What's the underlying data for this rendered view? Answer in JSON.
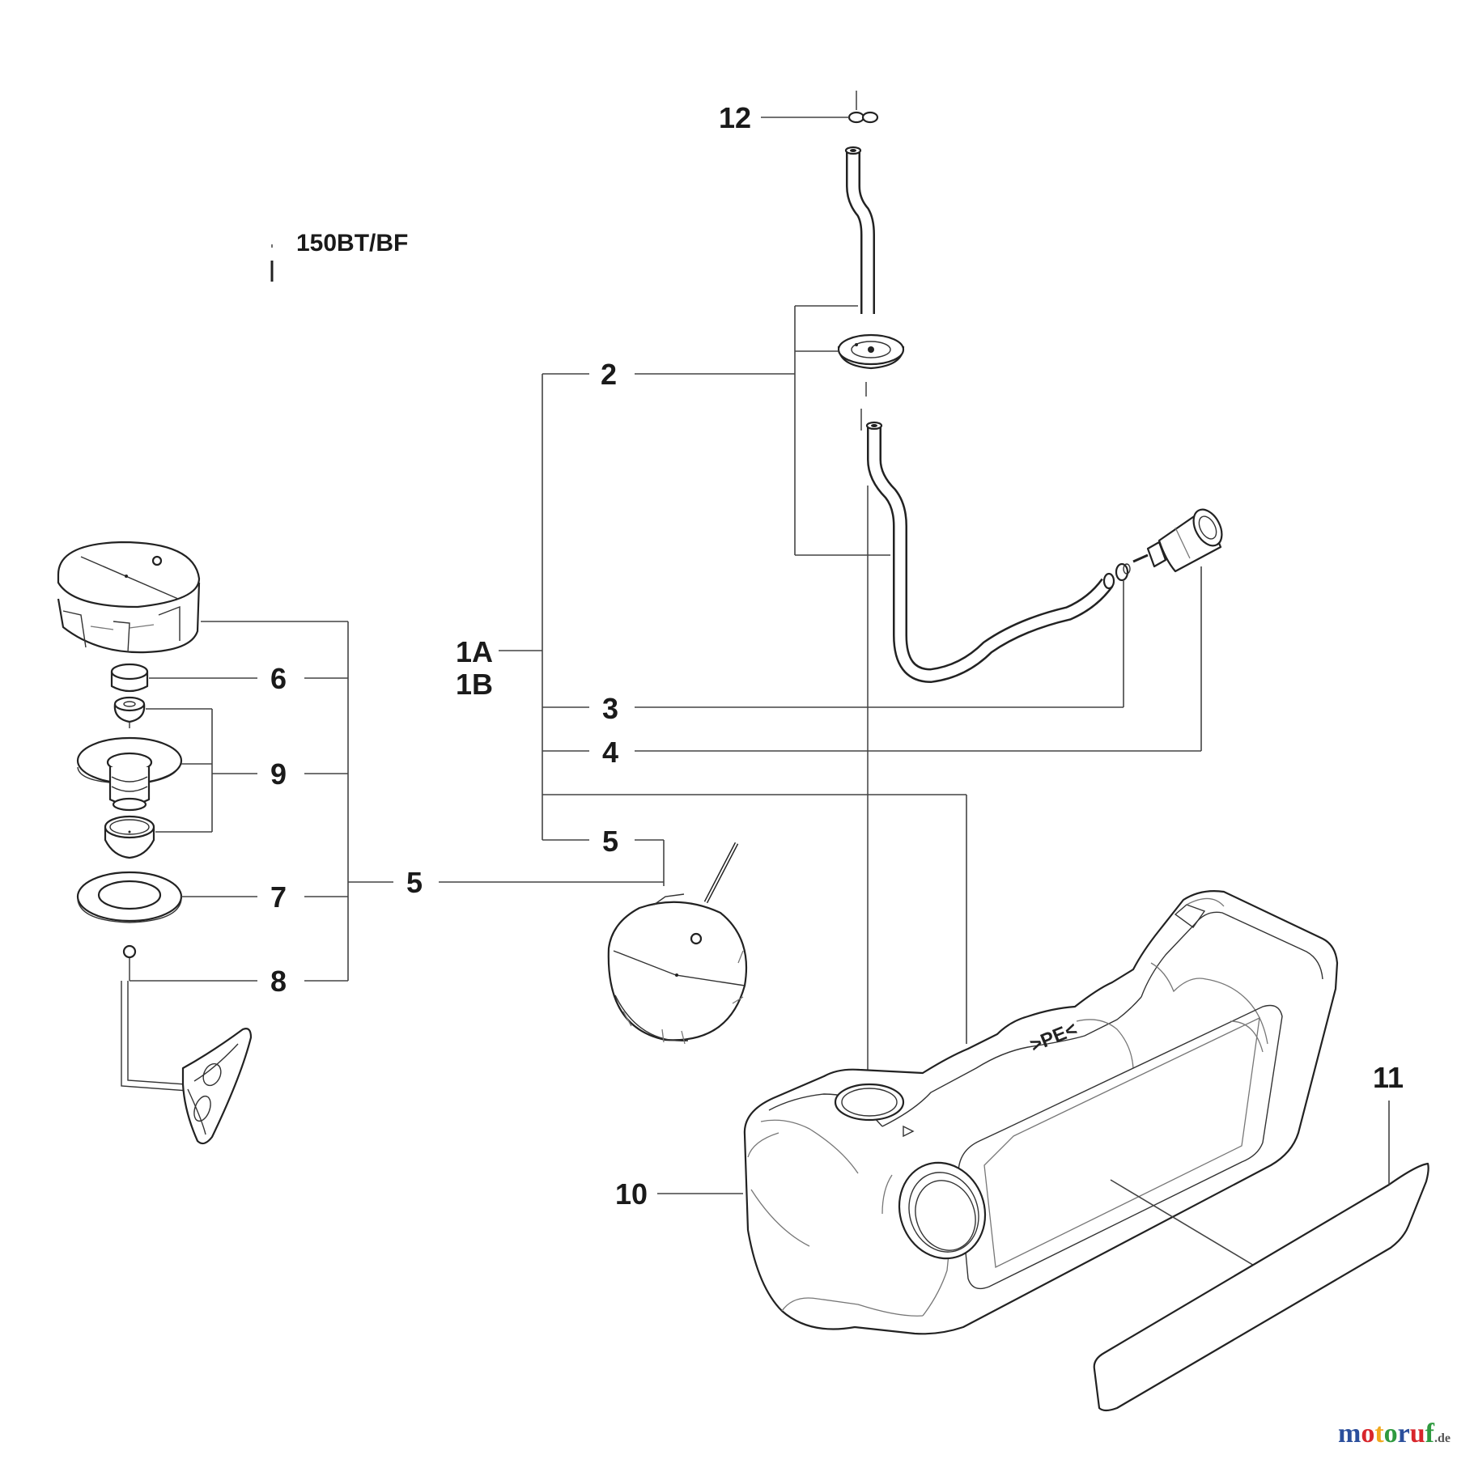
{
  "model_label": "150BT/BF",
  "callouts": {
    "c12": "12",
    "c2": "2",
    "c1a": "1A",
    "c1b": "1B",
    "c3": "3",
    "c4": "4",
    "c5_upper": "5",
    "c5_left": "5",
    "c6": "6",
    "c9": "9",
    "c7": "7",
    "c8": "8",
    "c10": "10",
    "c11": "11"
  },
  "tank_marking": ">PE<",
  "watermark": {
    "letters": [
      "m",
      "o",
      "t",
      "o",
      "r",
      "u",
      "f"
    ],
    "suffix": ".de",
    "colors": [
      "#2b4f9c",
      "#d8262c",
      "#f2a81d",
      "#2f9a3f",
      "#2b4f9c",
      "#d8262c",
      "#2f9a3f"
    ]
  }
}
